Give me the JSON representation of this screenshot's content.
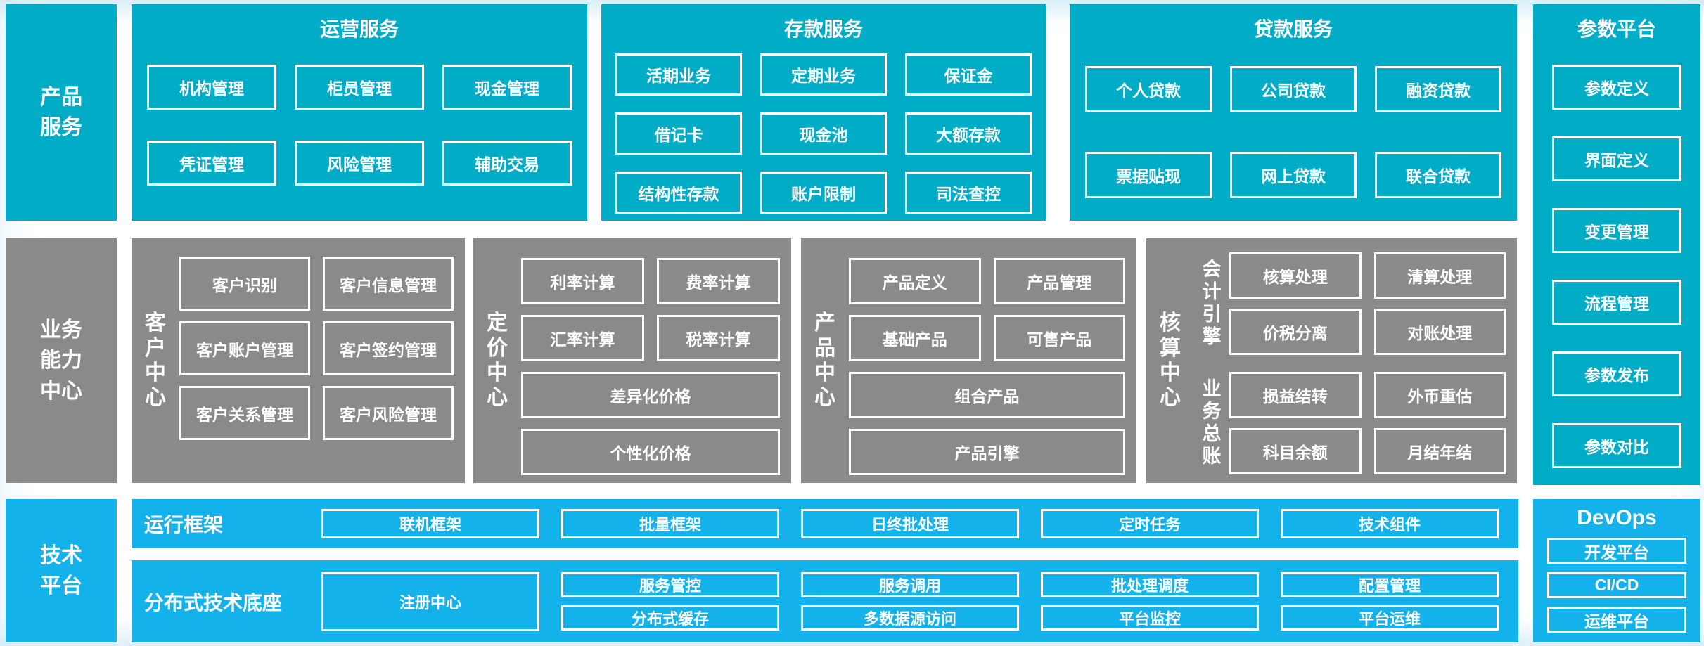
{
  "colors": {
    "teal": "#00ACC6",
    "sky_blue": "#14B2EA",
    "gray": "#8A8A8A",
    "box_border": "#FFFFFF",
    "text": "#FFFFFF"
  },
  "left_labels": {
    "product": "产品\n服务",
    "business": "业务\n能力\n中心",
    "tech": "技术\n平台"
  },
  "top": {
    "operation": {
      "title": "运营服务",
      "items": [
        "机构管理",
        "柜员管理",
        "现金管理",
        "凭证管理",
        "风险管理",
        "辅助交易"
      ]
    },
    "deposit": {
      "title": "存款服务",
      "items": [
        "活期业务",
        "定期业务",
        "保证金",
        "借记卡",
        "现金池",
        "大额存款",
        "结构性存款",
        "账户限制",
        "司法查控"
      ]
    },
    "loan": {
      "title": "贷款服务",
      "items": [
        "个人贷款",
        "公司贷款",
        "融资贷款",
        "票据贴现",
        "网上贷款",
        "联合贷款"
      ]
    },
    "param": {
      "title": "参数平台",
      "items": [
        "参数定义",
        "界面定义",
        "变更管理",
        "流程管理",
        "参数发布",
        "参数对比"
      ]
    }
  },
  "mid": {
    "customer": {
      "label": "客\n户\n中\n心",
      "items": [
        "客户识别",
        "客户信息管理",
        "客户账户管理",
        "客户签约管理",
        "客户关系管理",
        "客户风险管理"
      ]
    },
    "pricing": {
      "label": "定\n价\n中\n心",
      "items": [
        "利率计算",
        "费率计算",
        "汇率计算",
        "税率计算"
      ],
      "wide_items": [
        "差异化价格",
        "个性化价格"
      ]
    },
    "product": {
      "label": "产\n品\n中\n心",
      "items": [
        "产品定义",
        "产品管理",
        "基础产品",
        "可售产品"
      ],
      "wide_items": [
        "组合产品",
        "产品引擎"
      ]
    },
    "accounting": {
      "label": "核\n算\n中\n心",
      "engine": {
        "label": "会\n计\n引\n擎",
        "items": [
          "核算处理",
          "清算处理",
          "价税分离",
          "对账处理"
        ]
      },
      "ledger": {
        "label": "业\n务\n总\n账",
        "items": [
          "损益结转",
          "外币重估",
          "科目余额",
          "月结年结"
        ]
      }
    }
  },
  "bottom": {
    "runtime": {
      "label": "运行框架",
      "items": [
        "联机框架",
        "批量框架",
        "日终批处理",
        "定时任务",
        "技术组件"
      ]
    },
    "distributed": {
      "label": "分布式技术底座",
      "registry": "注册中心",
      "items": [
        "服务管控",
        "服务调用",
        "批处理调度",
        "配置管理",
        "分布式缓存",
        "多数据源访问",
        "平台监控",
        "平台运维"
      ]
    },
    "devops": {
      "title": "DevOps",
      "items": [
        "开发平台",
        "CI/CD",
        "运维平台"
      ]
    }
  }
}
